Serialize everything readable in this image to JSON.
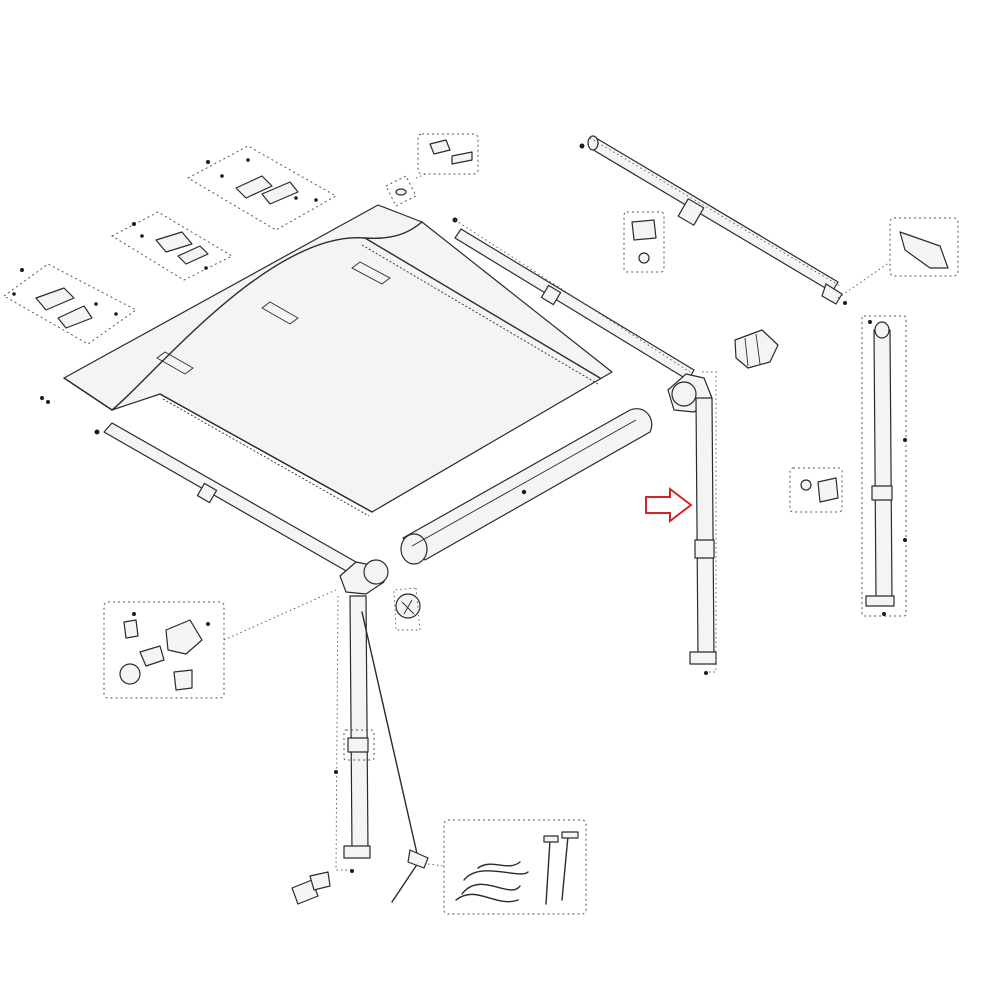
{
  "colors": {
    "line": "#2b2b2b",
    "arrow": "#d0262a",
    "background": "#ffffff"
  },
  "parts": [
    "awning-fabric-canopy",
    "roller-tube",
    "front-rail",
    "left-rafter-arm",
    "right-rafter-arm",
    "left-support-leg",
    "right-support-leg",
    "rear-support-leg",
    "wall-bracket-kits",
    "end-cap-kit",
    "guy-rope-and-pegs-kit"
  ],
  "indicator": {
    "icon": "outline-arrow-right-icon",
    "points_to": "right-support-leg"
  }
}
